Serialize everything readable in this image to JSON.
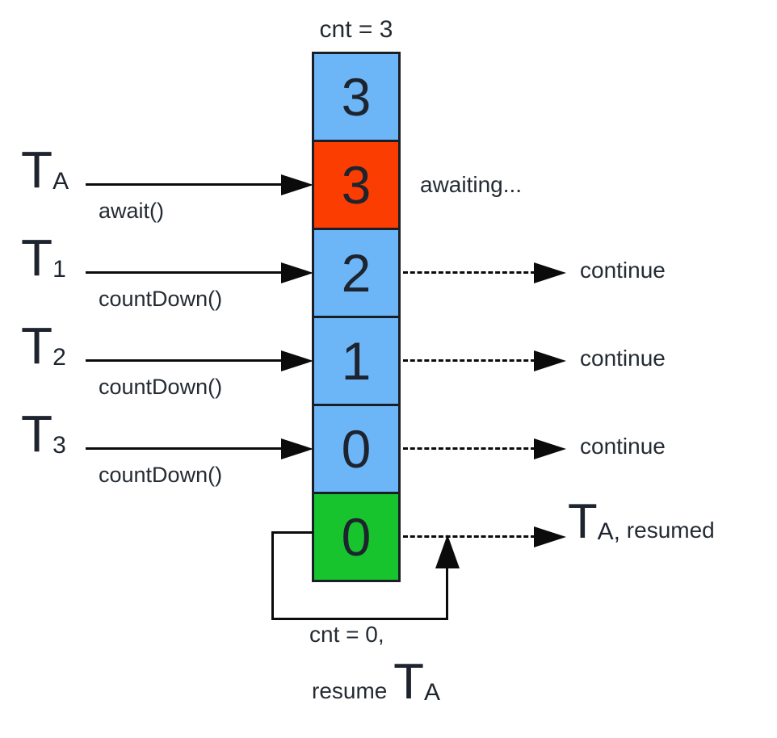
{
  "diagram": {
    "top_label": "cnt = 3",
    "boxes": [
      {
        "value": "3",
        "color": "#6cb5f7"
      },
      {
        "value": "3",
        "color": "#fb3d02"
      },
      {
        "value": "2",
        "color": "#6cb5f7"
      },
      {
        "value": "1",
        "color": "#6cb5f7"
      },
      {
        "value": "0",
        "color": "#6cb5f7"
      },
      {
        "value": "0",
        "color": "#18c42e"
      }
    ],
    "threads": [
      {
        "name": "T",
        "sub": "A",
        "action": "await()"
      },
      {
        "name": "T",
        "sub": "1",
        "action": "countDown()"
      },
      {
        "name": "T",
        "sub": "2",
        "action": "countDown()"
      },
      {
        "name": "T",
        "sub": "3",
        "action": "countDown()"
      }
    ],
    "right": {
      "awaiting": "awaiting...",
      "continues": [
        "continue",
        "continue",
        "continue"
      ],
      "resumed_t": "T",
      "resumed_sub": "A,",
      "resumed_text": " resumed"
    },
    "bottom": {
      "line1": "cnt = 0,",
      "resume_prefix": "resume ",
      "resume_t": "T",
      "resume_sub": "A"
    },
    "colors": {
      "box_blue": "#6cb5f7",
      "box_red": "#fb3d02",
      "box_green": "#18c42e",
      "cell_border": "#1a1f26",
      "text": "#242b33",
      "line": "#0b0b0b"
    }
  }
}
